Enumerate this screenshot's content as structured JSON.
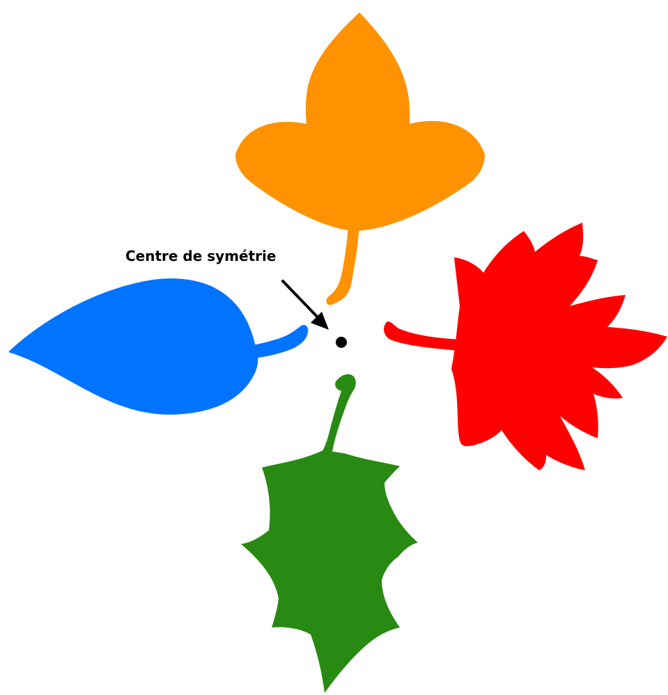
{
  "annotation": {
    "label": "Centre de symétrie"
  },
  "colors": {
    "background": "#ffffff",
    "orange_leaf": "#ff9200",
    "red_leaf": "#ff0000",
    "blue_leaf": "#0073ff",
    "green_leaf": "#288a12",
    "ink": "#000000"
  },
  "leaves": [
    {
      "name": "orange-leaf",
      "color": "#ff9200"
    },
    {
      "name": "red-leaf",
      "color": "#ff0000"
    },
    {
      "name": "green-leaf",
      "color": "#288a12"
    },
    {
      "name": "blue-leaf",
      "color": "#0073ff"
    }
  ]
}
